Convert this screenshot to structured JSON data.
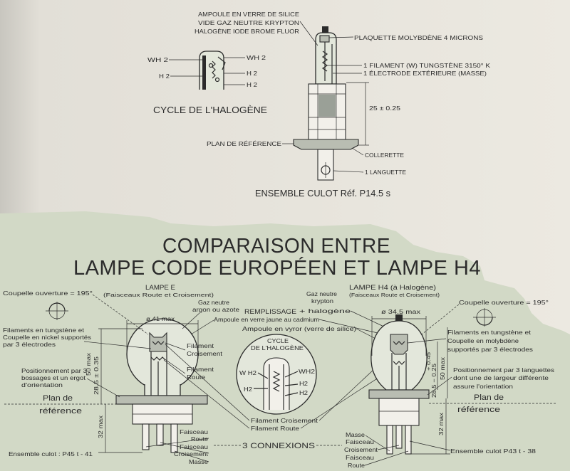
{
  "colors": {
    "paper": "#ebe8e0",
    "panel": "#d2d9c6",
    "ink": "#2b2b2b"
  },
  "top": {
    "glass_lines": [
      "AMPOULE EN VERRE DE SILICE",
      "VIDE  GAZ NEUTRE KRYPTON",
      "HALOGÈNE IODE BROME FLUOR"
    ],
    "molybdenum_plate": "PLAQUETTE MOLYBDÈNE 4 MICRONS",
    "filament": "1 FILAMENT (W) TUNGSTÈNE 3150° K",
    "electrode": "1 ÉLECTRODE EXTÉRIEURE (MASSE)",
    "dimension": "25 ± 0.25",
    "reference_plane": "PLAN DE RÉFÉRENCE",
    "collar": "COLLERETTE",
    "tab": "1 LANGUETTE",
    "base_assembly": "ENSEMBLE CULOT Réf. P14.5 s",
    "cycle": {
      "title": "CYCLE DE L'HALOGÈNE",
      "left_labels": [
        "WH 2",
        "H 2"
      ],
      "right_labels": [
        "WH 2",
        "H 2",
        "H 2"
      ]
    }
  },
  "title": {
    "line1": "COMPARAISON ENTRE",
    "line2": "LAMPE CODE EUROPÉEN ET LAMPE H4"
  },
  "fill": {
    "label": "REMPLISSAGE",
    "left_gas": [
      "Gaz neutre",
      "argon ou azote"
    ],
    "right_gas": [
      "Gaz neutre",
      "krypton",
      "+ halogène"
    ]
  },
  "lamp_e": {
    "name": "LAMPE E",
    "beams": "(Faisceaux Route et Croisement)",
    "cup_opening": "Coupelle ouverture = 195°",
    "diameter": "ø 41 max",
    "filament_support": [
      "Filaments en tungstène et",
      "Coupelle en nickel supportés",
      "par 3 électrodes"
    ],
    "filament_low": [
      "Filament",
      "Croisement"
    ],
    "filament_high": [
      "Filament",
      "Route"
    ],
    "positioning": [
      "Positionnement par 3",
      "bossages et un ergot",
      "d'orientation"
    ],
    "reference_plane": [
      "Plan de",
      "référence"
    ],
    "dims": {
      "height": "50 max",
      "focal": "28.5 ± 0.35",
      "base": "32 max"
    },
    "connections": [
      "Faisceau",
      "Route",
      "Faisceau",
      "Croisement",
      "Masse"
    ],
    "base_assembly": "Ensemble culot : P45 t - 41"
  },
  "lamp_h4": {
    "name": "LAMPE H4 (à Halogène)",
    "beams": "(Faisceaux Route et Croisement)",
    "cup_opening": "Coupelle ouverture = 195°",
    "diameter": "ø 34.5 max",
    "filament_support": [
      "Filaments en tungstène et",
      "Coupelle en molybdène",
      "supportés par 3 électrodes"
    ],
    "positioning": [
      "Positionnement par 3 languettes",
      "dont une de largeur différente",
      "assure l'orientation"
    ],
    "reference_plane": [
      "Plan de",
      "référence"
    ],
    "dims": {
      "tol_plus": "+ 0.45",
      "focal": "28.5 − 0.25",
      "height": "50 max",
      "base": "32 max"
    },
    "connections": [
      "Masse",
      "Faisceau",
      "Croisement",
      "Faisceau",
      "Route"
    ],
    "base_assembly": "Ensemble culot P43 t - 38"
  },
  "center": {
    "glass_yellow": "Ampoule en verre jaune au cadmium",
    "glass_vycor": "Ampoule en vyror (verre de silice)",
    "cycle": {
      "title": [
        "CYCLE",
        "DE L'HALOGÈNE"
      ],
      "labels": [
        "W H2",
        "WH2",
        "H2",
        "H2",
        "H2"
      ]
    },
    "filament_low": "Filament Croisement",
    "filament_high": "Filament Route",
    "connections": "3 CONNEXIONS"
  }
}
